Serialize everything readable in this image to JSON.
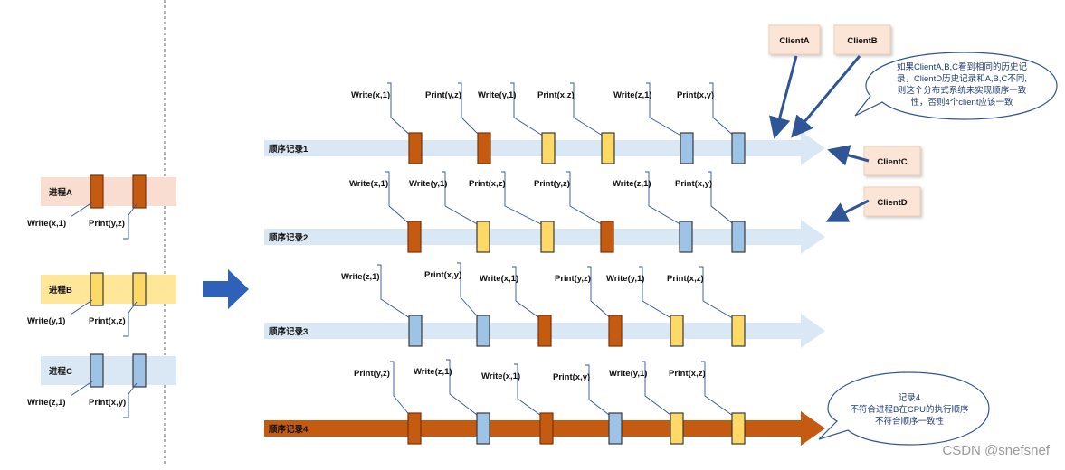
{
  "colors": {
    "orange": "#c55a11",
    "yellow": "#ffd966",
    "blue": "#9dc3e6",
    "arrow_blue": "#2f5597",
    "light_blue": "#dae8f5",
    "light_orange": "#f8ddd0",
    "light_yellow": "#ffe699"
  },
  "processes": [
    {
      "label": "进程A",
      "ops": [
        "Write(x,1)",
        "Print(y,z)"
      ],
      "blocks": [
        "orange",
        "orange"
      ],
      "bg": "light_orange"
    },
    {
      "label": "进程B",
      "ops": [
        "Write(y,1)",
        "Print(x,z)"
      ],
      "blocks": [
        "yellow",
        "yellow"
      ],
      "bg": "light_yellow"
    },
    {
      "label": "进程C",
      "ops": [
        "Write(z,1)",
        "Print(x,y)"
      ],
      "blocks": [
        "blue",
        "blue"
      ],
      "bg": "light_blue"
    }
  ],
  "records": [
    {
      "label": "顺序记录1",
      "ops": [
        "Write(x,1)",
        "Print(y,z)",
        "Write(y,1)",
        "Print(x,z)",
        "Write(z,1)",
        "Print(x,y)"
      ],
      "blocks": [
        "orange",
        "orange",
        "yellow",
        "yellow",
        "blue",
        "blue"
      ],
      "op_colors": [
        "normal",
        "normal",
        "normal",
        "normal",
        "normal",
        "normal"
      ],
      "style": "normal"
    },
    {
      "label": "顺序记录2",
      "ops": [
        "Write(x,1)",
        "Write(y,1)",
        "Print(x,z)",
        "Print(y,z)",
        "Write(z,1)",
        "Print(x,y)"
      ],
      "blocks": [
        "orange",
        "yellow",
        "yellow",
        "orange",
        "blue",
        "blue"
      ],
      "op_colors": [
        "normal",
        "normal",
        "normal",
        "normal",
        "normal",
        "normal"
      ],
      "style": "normal"
    },
    {
      "label": "顺序记录3",
      "ops": [
        "Write(z,1)",
        "Print(x,y)",
        "Write(x,1)",
        "Print(y,z)",
        "Write(y,1)",
        "Print(x,z)"
      ],
      "blocks": [
        "blue",
        "blue",
        "orange",
        "orange",
        "yellow",
        "yellow"
      ],
      "op_colors": [
        "normal",
        "normal",
        "normal",
        "normal",
        "normal",
        "normal"
      ],
      "style": "normal"
    },
    {
      "label": "顺序记录4",
      "ops": [
        "Print(y,z)",
        "Write(z,1)",
        "Write(x,1)",
        "Print(x,y)",
        "Write(y,1)",
        "Print(x,z)"
      ],
      "blocks": [
        "orange",
        "blue",
        "orange",
        "blue",
        "yellow",
        "yellow"
      ],
      "op_colors": [
        "highlight",
        "normal",
        "highlight",
        "normal",
        "normal",
        "normal"
      ],
      "style": "highlight"
    }
  ],
  "clients": [
    "ClientA",
    "ClientB",
    "ClientC",
    "ClientD"
  ],
  "note1": [
    "如果ClientA,B,C看到相同的历史记",
    "录，ClientD历史记录和A,B,C不同,",
    "则这个分布式系统未实现顺序一致",
    "性，否则4个client应该一致"
  ],
  "note2": [
    "记录4",
    "不符合进程B在CPU的执行顺序",
    "不符合顺序一致性"
  ],
  "watermark": "CSDN @snefsnef"
}
